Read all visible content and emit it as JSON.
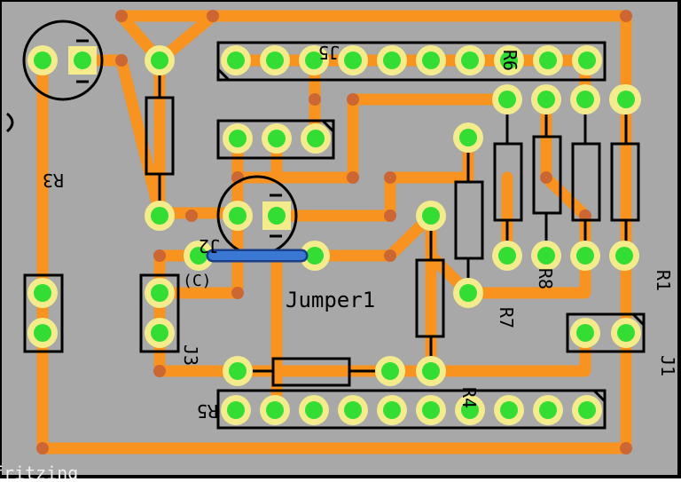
{
  "board": {
    "labels": {
      "j5": "J5",
      "r6": "R6",
      "r3": "R3",
      "j2": "J2",
      "c": "(C)",
      "jumper": "Jumper1",
      "r8": "R8",
      "r7": "R7",
      "r1": "R1",
      "j3": "J3",
      "r5": "R5",
      "r4": "R4",
      "j1": "J1",
      "watermark": "fritzing"
    },
    "colors": {
      "board": "#a8a8a8",
      "trace": "#f7931e",
      "via": "#cc6633",
      "pad_ring": "#f4ec8c",
      "pad_center": "#33dd33",
      "outline": "#000000",
      "jumper": "#3366cc"
    }
  }
}
